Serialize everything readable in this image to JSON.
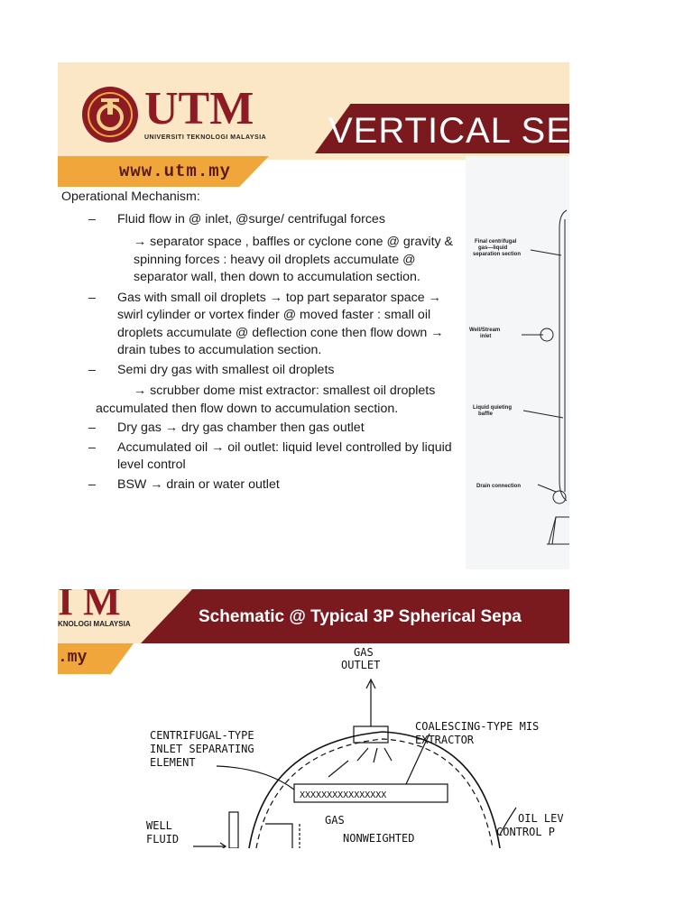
{
  "slide1": {
    "brand": "UTM",
    "brand_sub": "UNIVERSITI TEKNOLOGI MALAYSIA",
    "title": "VERTICAL SEP",
    "url": "www.utm.my",
    "heading": "Operational Mechanism:",
    "items": [
      {
        "dash": "–",
        "text": "Fluid flow in @ inlet, @surge/ centrifugal forces"
      },
      {
        "sub": "→ separator space , baffles or cyclone cone @ gravity & spinning forces : heavy oil droplets accumulate @ separator wall, then down to accumulation section."
      },
      {
        "dash": "–",
        "text": "Gas with small oil droplets → top part separator space → swirl cylinder or vortex finder @ moved faster : small oil droplets accumulate @ deflection cone then flow down → drain tubes to accumulation section."
      },
      {
        "dash": "–",
        "text": "Semi dry gas with smallest oil droplets"
      },
      {
        "sub": "→ scrubber dome mist extractor: smallest oil droplets"
      },
      {
        "cont": "accumulated then flow down to accumulation section."
      },
      {
        "dash": "–",
        "text": "Dry gas → dry gas chamber then gas outlet"
      },
      {
        "dash": "–",
        "text": "Accumulated oil → oil outlet: liquid level controlled by liquid level control"
      },
      {
        "dash": "–",
        "text": "BSW → drain or water outlet"
      }
    ],
    "diagram_labels": {
      "l1": "Final centrifugal",
      "l1b": "gas—liquid",
      "l1c": "separation section",
      "l2": "Well/Stream",
      "l2b": "inlet",
      "l3": "Liquid quieting",
      "l3b": "baffle",
      "l4": "Drain connection"
    }
  },
  "slide2": {
    "brand_partial": "I M",
    "brand_sub_partial": "KNOLOGI MALAYSIA",
    "url_partial": ".my",
    "title": "Schematic @ Typical 3P Spherical Sepa",
    "labels": {
      "gas_outlet_1": "GAS",
      "gas_outlet_2": "OUTLET",
      "centrifugal_1": "CENTRIFUGAL-TYPE",
      "centrifugal_2": "INLET SEPARATING",
      "centrifugal_3": "ELEMENT",
      "coalescing_1": "COALESCING-TYPE MIS",
      "coalescing_2": "EXTRACTOR",
      "mesh": "XXXXXXXXXXXXXXXX",
      "gas": "GAS",
      "nonweighted": "NONWEIGHTED",
      "well_1": "WELL",
      "well_2": "FLUID",
      "oil_1": "OIL LEV",
      "oil_2": "CONTROL P"
    }
  }
}
